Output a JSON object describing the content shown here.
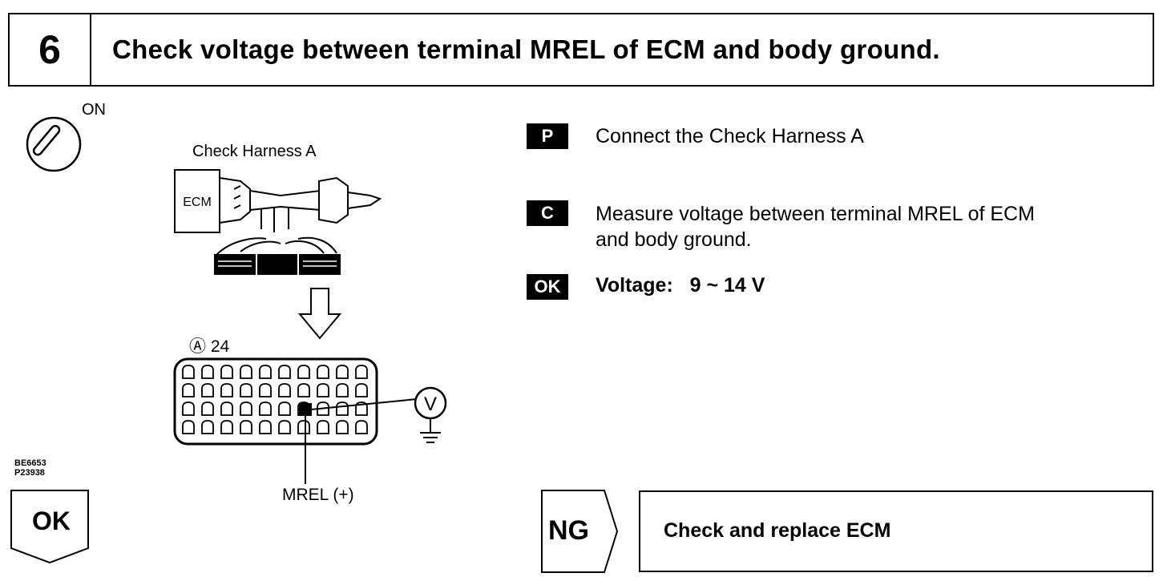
{
  "header": {
    "step_number": "6",
    "title": "Check voltage between terminal MREL of ECM and body ground."
  },
  "illustration": {
    "ignition_label": "ON",
    "harness_label": "Check Harness A",
    "ecm_box_label": "ECM",
    "connector_label": "Ⓐ 24",
    "terminal_label": "MREL (+)",
    "meter_symbol": "V",
    "figure_codes": [
      "BE6653",
      "P23938"
    ]
  },
  "steps": [
    {
      "badge": "P",
      "text": "Connect the Check Harness A"
    },
    {
      "badge": "C",
      "text_line1": "Measure voltage between terminal MREL of ECM",
      "text_line2": "and body ground."
    },
    {
      "badge": "OK",
      "spec_label": "Voltage:",
      "spec_value": "9 ~ 14 V"
    }
  ],
  "results": {
    "ok_label": "OK",
    "ng_label": "NG",
    "ng_action": "Check and replace ECM"
  },
  "icons": [
    "ignition-key-icon",
    "voltmeter-icon",
    "ground-icon",
    "down-arrow-icon",
    "check-harness-icon"
  ]
}
